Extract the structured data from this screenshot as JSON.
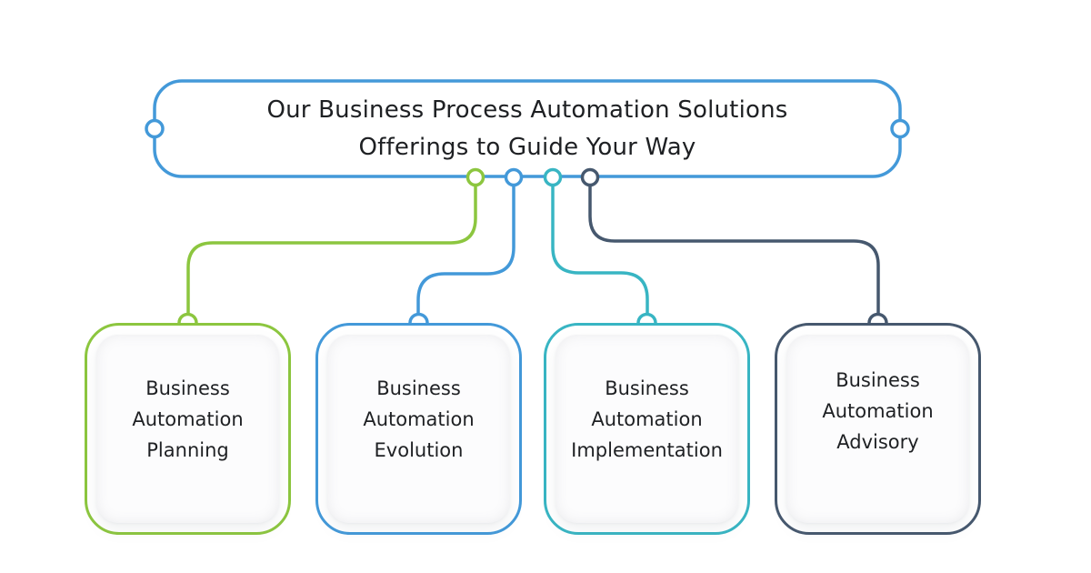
{
  "title": {
    "line1": "Our Business Process Automation Solutions",
    "line2": "Offerings to Guide Your Way"
  },
  "nodes": [
    {
      "label": "Business Automation Planning",
      "color": "#8CC63F"
    },
    {
      "label": "Business Automation Evolution",
      "color": "#4399D9"
    },
    {
      "label": "Business Automation Implementation",
      "color": "#38B5C3"
    },
    {
      "label": "Business Automation Advisory",
      "color": "#46586E"
    }
  ],
  "colors": {
    "title_border": "#4399D9",
    "text": "#1E2023",
    "background": "#FFFFFF",
    "node_fill": "#FFFFFF"
  }
}
